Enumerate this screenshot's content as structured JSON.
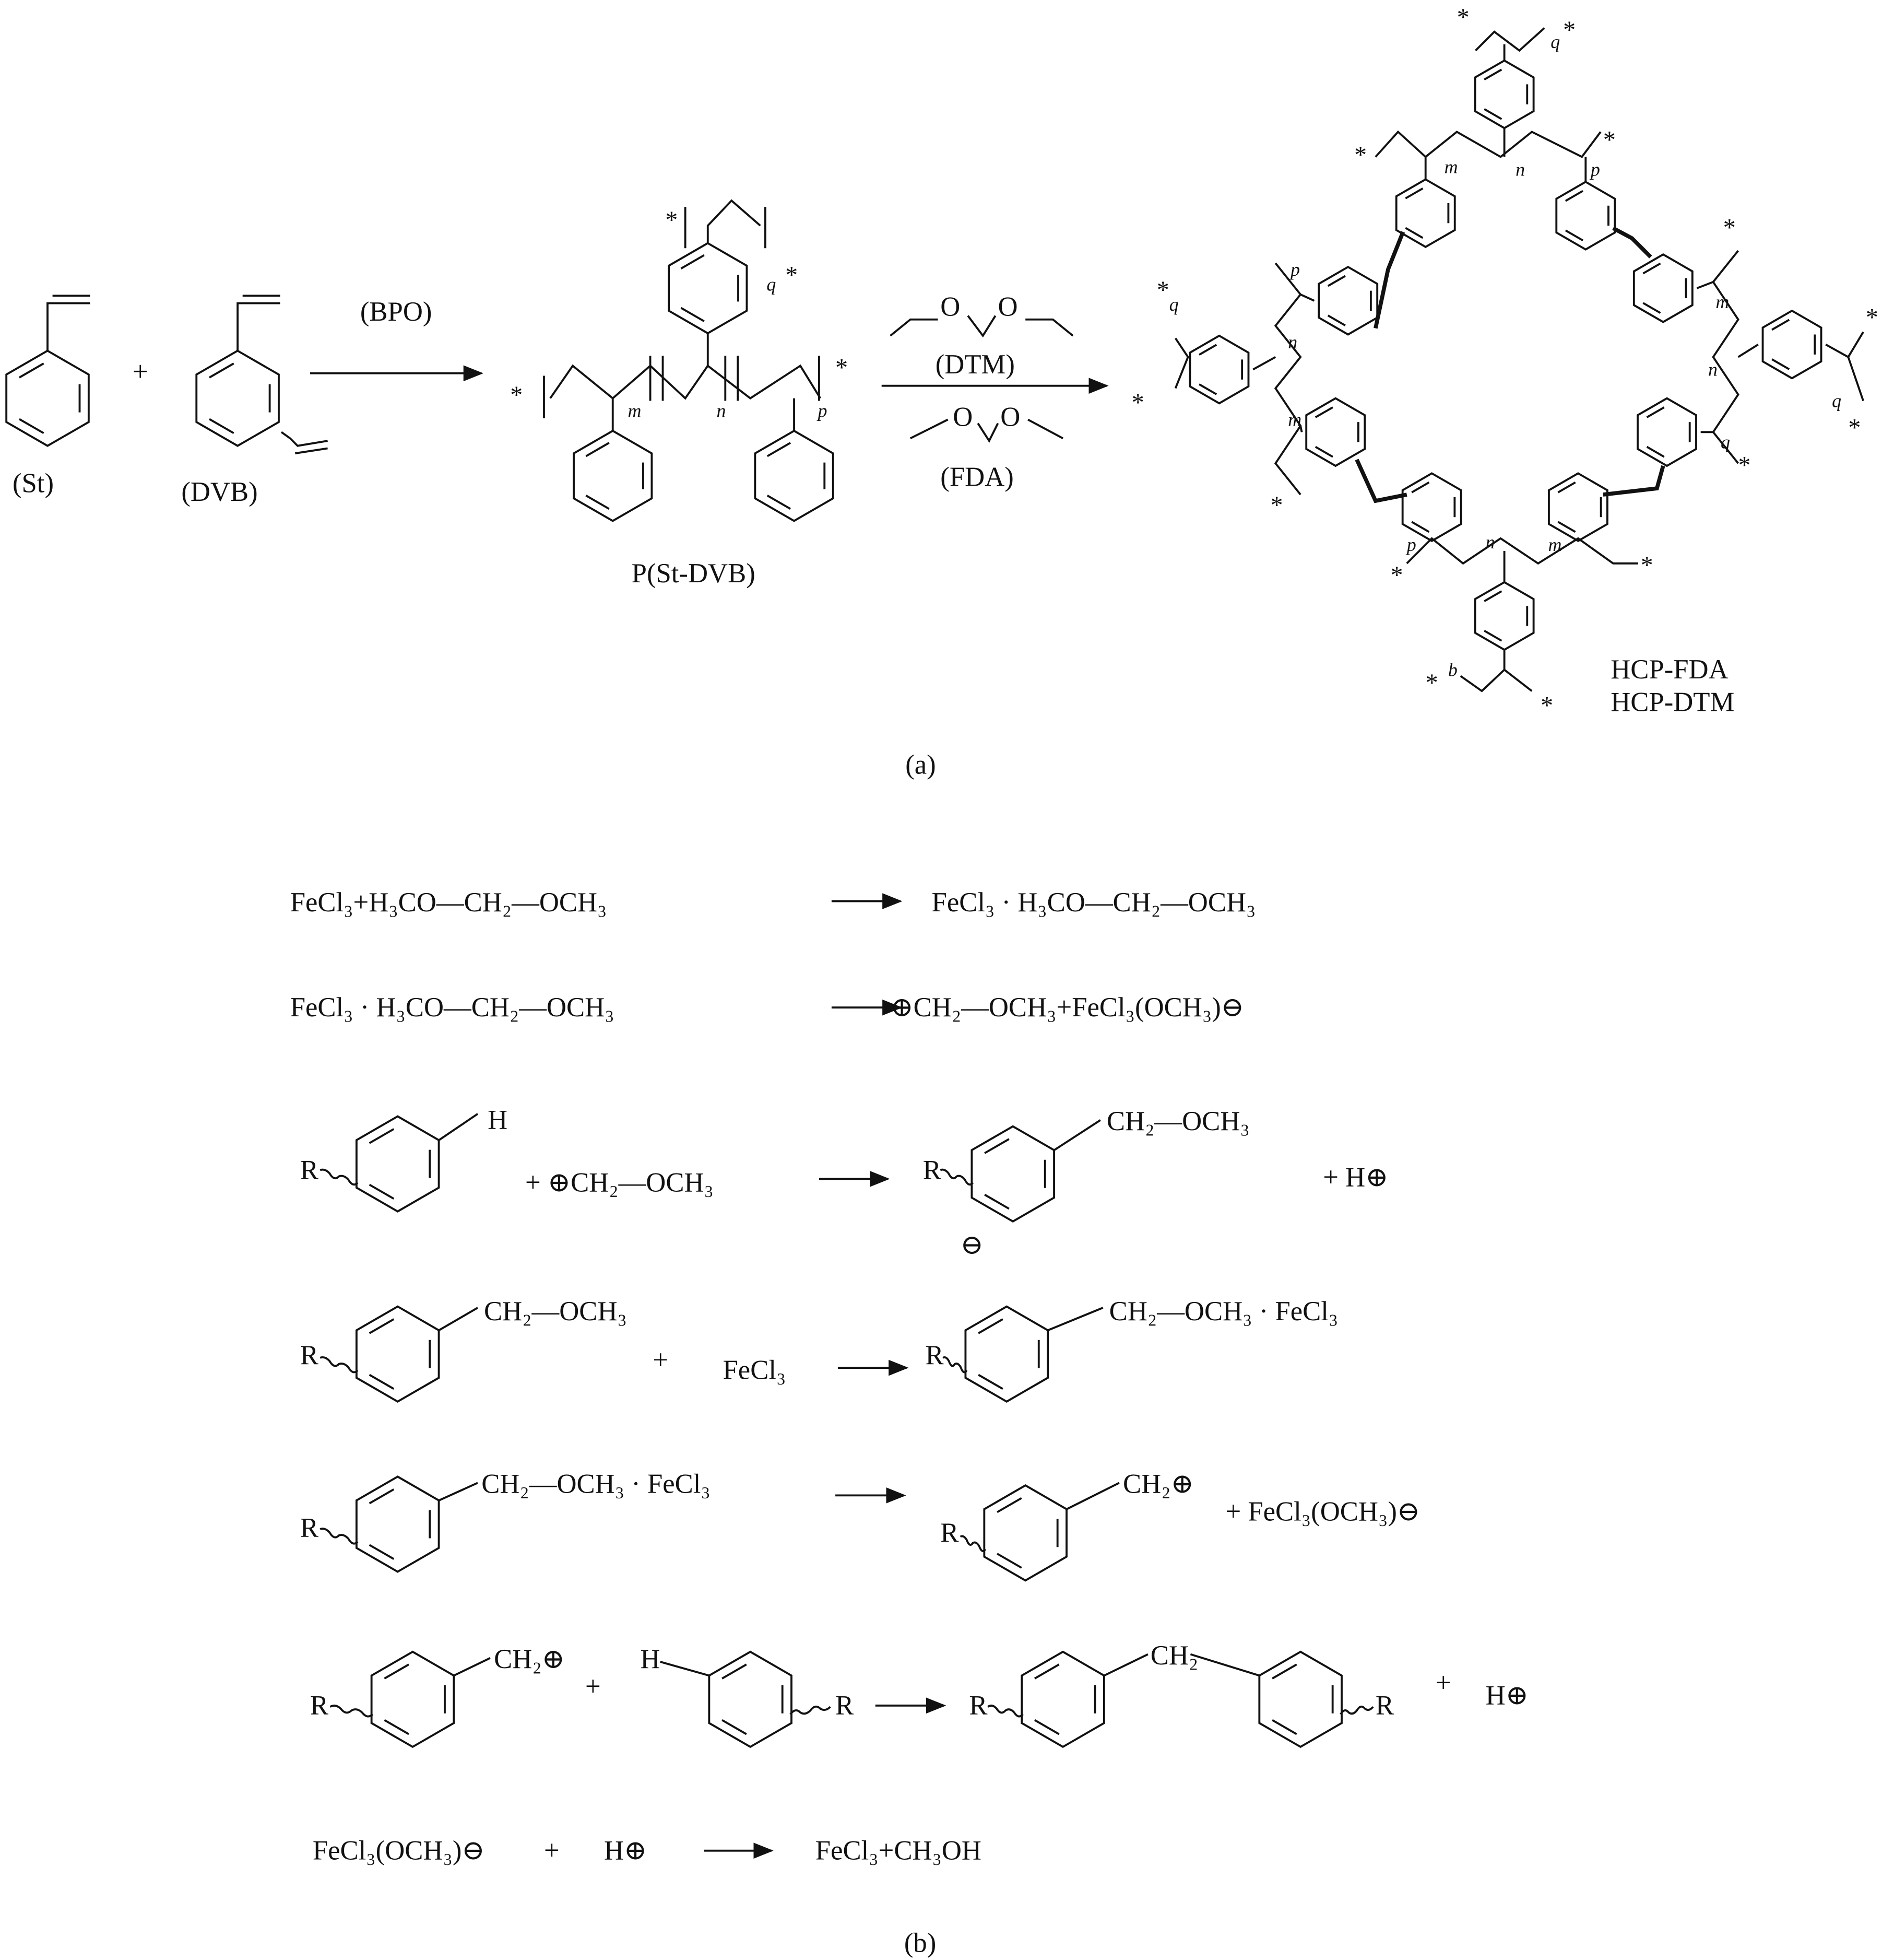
{
  "part_a": {
    "styrene": "(St)",
    "plus": "+",
    "dvb": "(DVB)",
    "bpo": "(BPO)",
    "polymer": "P(St-DVB)",
    "dtm": "(DTM)",
    "fda": "(FDA)",
    "oxygen": "O",
    "hcp_fda": "HCP-FDA",
    "hcp_dtm": "HCP-DTM",
    "index_m": "m",
    "index_n": "n",
    "index_p": "p",
    "index_q": "q",
    "index_b": "b",
    "end_group": "*",
    "bracket_open": "[",
    "bracket_close": "]",
    "label": "(a)"
  },
  "part_b": {
    "eq1": {
      "left": "FeCl₃+H₃CO—CH₂—OCH₃",
      "right": "FeCl₃ · H₃CO—CH₂—OCH₃"
    },
    "eq2": {
      "left": "FeCl₃ · H₃CO—CH₂—OCH₃",
      "right": "⊕CH₂—OCH₃+FeCl₃(OCH₃)⊖"
    },
    "eq3": {
      "r": "R",
      "h": "H",
      "plus_cation": "+ ⊕CH₂—OCH₃",
      "product_group": "CH₂—OCH₃",
      "plus_proton": "+ H⊕",
      "minus": "⊖"
    },
    "eq4": {
      "r": "R",
      "group": "CH₂—OCH₃",
      "plus": "+",
      "fecl3": "FeCl₃",
      "product_group": "CH₂—OCH₃ · FeCl₃"
    },
    "eq5": {
      "r": "R",
      "group": "CH₂—OCH₃ · FeCl₃",
      "cation": "CH₂⊕",
      "plus_anion": "+  FeCl₃(OCH₃)⊖"
    },
    "eq6": {
      "r": "R",
      "cation": "CH₂⊕",
      "plus": "+",
      "h": "H",
      "bridge": "CH₂",
      "proton": "H⊕"
    },
    "eq7": {
      "anion": "FeCl₃(OCH₃)⊖",
      "plus": "+",
      "proton": "H⊕",
      "product": "FeCl₃+CH₃OH"
    },
    "label": "(b)"
  }
}
